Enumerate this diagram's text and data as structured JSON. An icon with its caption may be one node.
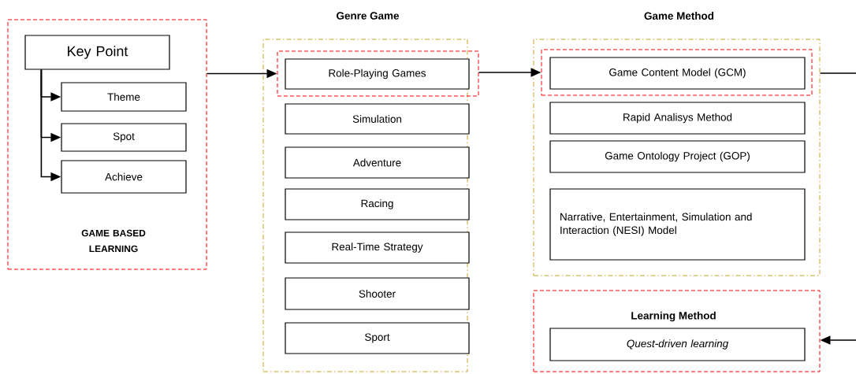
{
  "diagram": {
    "nodes": [
      {
        "text": [
          "GAME BASED LEARNING"
        ]
      },
      {
        "text": [
          "Key Point"
        ],
        "in": 0
      },
      {
        "text": [
          "Theme"
        ],
        "in": 0
      },
      {
        "text": [
          "Spot"
        ],
        "in": 0
      },
      {
        "text": [
          "Achieve"
        ],
        "in": 0
      },
      {
        "text": [
          "Genre Game"
        ]
      },
      {
        "text": [],
        "shape": "box",
        "in": 5
      },
      {
        "text": [
          "Role-Playing Games"
        ],
        "in": 6
      },
      {
        "text": [
          "Simulation"
        ],
        "in": 5
      },
      {
        "text": [
          "Adventure"
        ],
        "in": 5
      },
      {
        "text": [
          "Racing"
        ],
        "in": 5
      },
      {
        "text": [
          "Real-Time Strategy"
        ],
        "in": 5
      },
      {
        "text": [
          "Shooter"
        ],
        "in": 5
      },
      {
        "text": [
          "Sport"
        ],
        "in": 5
      },
      {
        "text": [
          "Game Method"
        ]
      },
      {
        "text": [],
        "shape": "box",
        "in": 14
      },
      {
        "text": [
          "Game Content Model (GCM)"
        ],
        "in": 15
      },
      {
        "text": [
          "Rapid Analisys Method"
        ],
        "in": 14
      },
      {
        "text": [
          "Game Ontology Project (GOP)"
        ],
        "in": 14
      },
      {
        "text": [
          "Narrative, Entertainment, Simulation and Interaction (NESI) Model"
        ],
        "in": 14
      },
      {
        "text": [
          "Learning Method"
        ]
      },
      {
        "text": [
          "Quest-driven learning"
        ],
        "in": 20
      }
    ],
    "edges": [
      {
        "from": 1,
        "to": 2,
        "arrow": "to"
      },
      {
        "from": 1,
        "to": 3,
        "arrow": "to"
      },
      {
        "from": 1,
        "to": 4,
        "arrow": "to"
      },
      {
        "from": 0,
        "to": 6,
        "arrow": "to"
      },
      {
        "from": 6,
        "to": 15,
        "arrow": "to"
      },
      {
        "from": 14,
        "to": null,
        "arrow": "none"
      },
      {
        "from": null,
        "to": 20,
        "arrow": "to"
      }
    ]
  }
}
